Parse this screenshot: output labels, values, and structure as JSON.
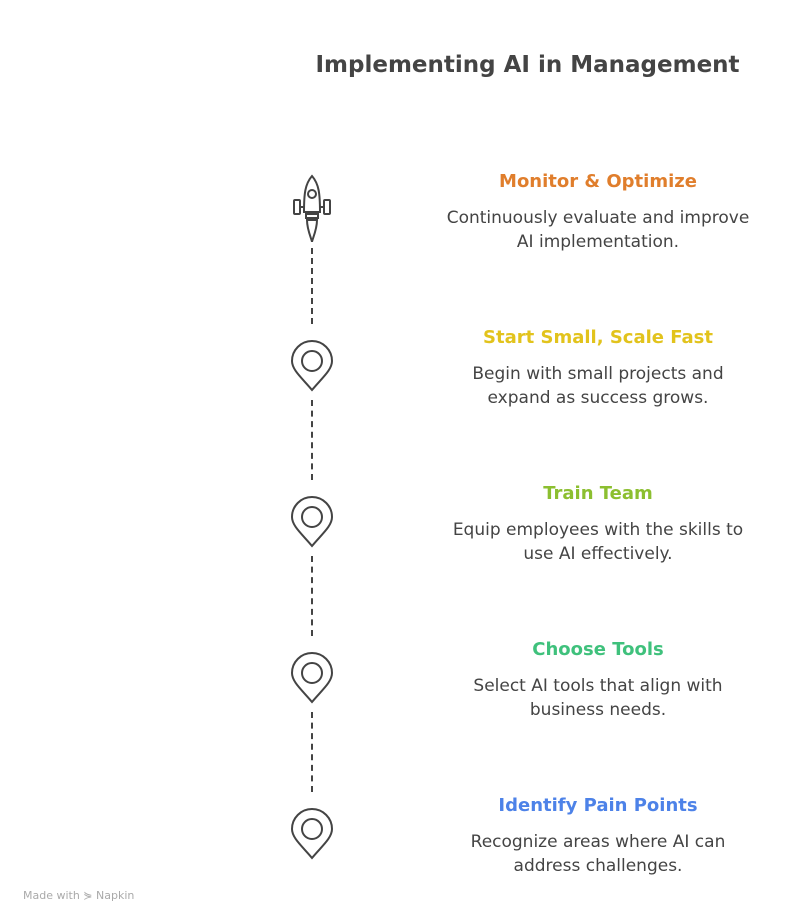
{
  "title": "Implementing AI in Management",
  "steps": [
    {
      "title": "Monitor & Optimize",
      "desc1": "Continuously evaluate and improve",
      "desc2": "AI implementation.",
      "color": "#e07e2c",
      "icon": "rocket-icon"
    },
    {
      "title": "Start Small, Scale Fast",
      "desc1": "Begin with small projects and",
      "desc2": "expand as success grows.",
      "color": "#e2c31c",
      "icon": "map-pin-icon"
    },
    {
      "title": "Train Team",
      "desc1": "Equip employees with the skills to",
      "desc2": "use AI effectively.",
      "color": "#8cbf30",
      "icon": "map-pin-icon"
    },
    {
      "title": "Choose Tools",
      "desc1": "Select AI tools that align with",
      "desc2": "business needs.",
      "color": "#3fc17c",
      "icon": "map-pin-icon"
    },
    {
      "title": "Identify Pain Points",
      "desc1": "Recognize areas where AI can",
      "desc2": "address challenges.",
      "color": "#4d82e8",
      "icon": "map-pin-icon"
    }
  ],
  "watermark": "Made with ⋟ Napkin"
}
